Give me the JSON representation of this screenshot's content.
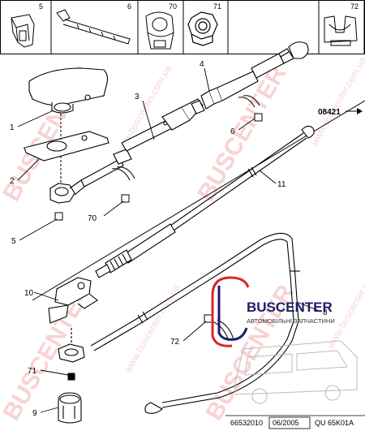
{
  "header_parts": [
    {
      "ref": "5"
    },
    {
      "ref": "6"
    },
    {
      "ref": "70"
    },
    {
      "ref": "71"
    },
    {
      "ref": "72"
    }
  ],
  "diagram_ref": "08421",
  "callouts": [
    "1",
    "2",
    "3",
    "4",
    "5",
    "6",
    "70",
    "11",
    "10",
    "71",
    "9",
    "72",
    "8"
  ],
  "footer": {
    "part_no": "66532010",
    "date": "06/2005",
    "code": "QU 65K01A"
  },
  "watermarks": {
    "brand": "BUSCENTER",
    "url": "www.buscenter.com.ua"
  },
  "logo": {
    "name": "BUSCENTER",
    "tagline": "АВТОМОБІЛЬНІ ЗАПЧАСТИНИ"
  },
  "colors": {
    "line": "#000000",
    "watermark": "#f4b0b0",
    "logo_red": "#d9262a",
    "logo_blue": "#1d1d6b"
  }
}
